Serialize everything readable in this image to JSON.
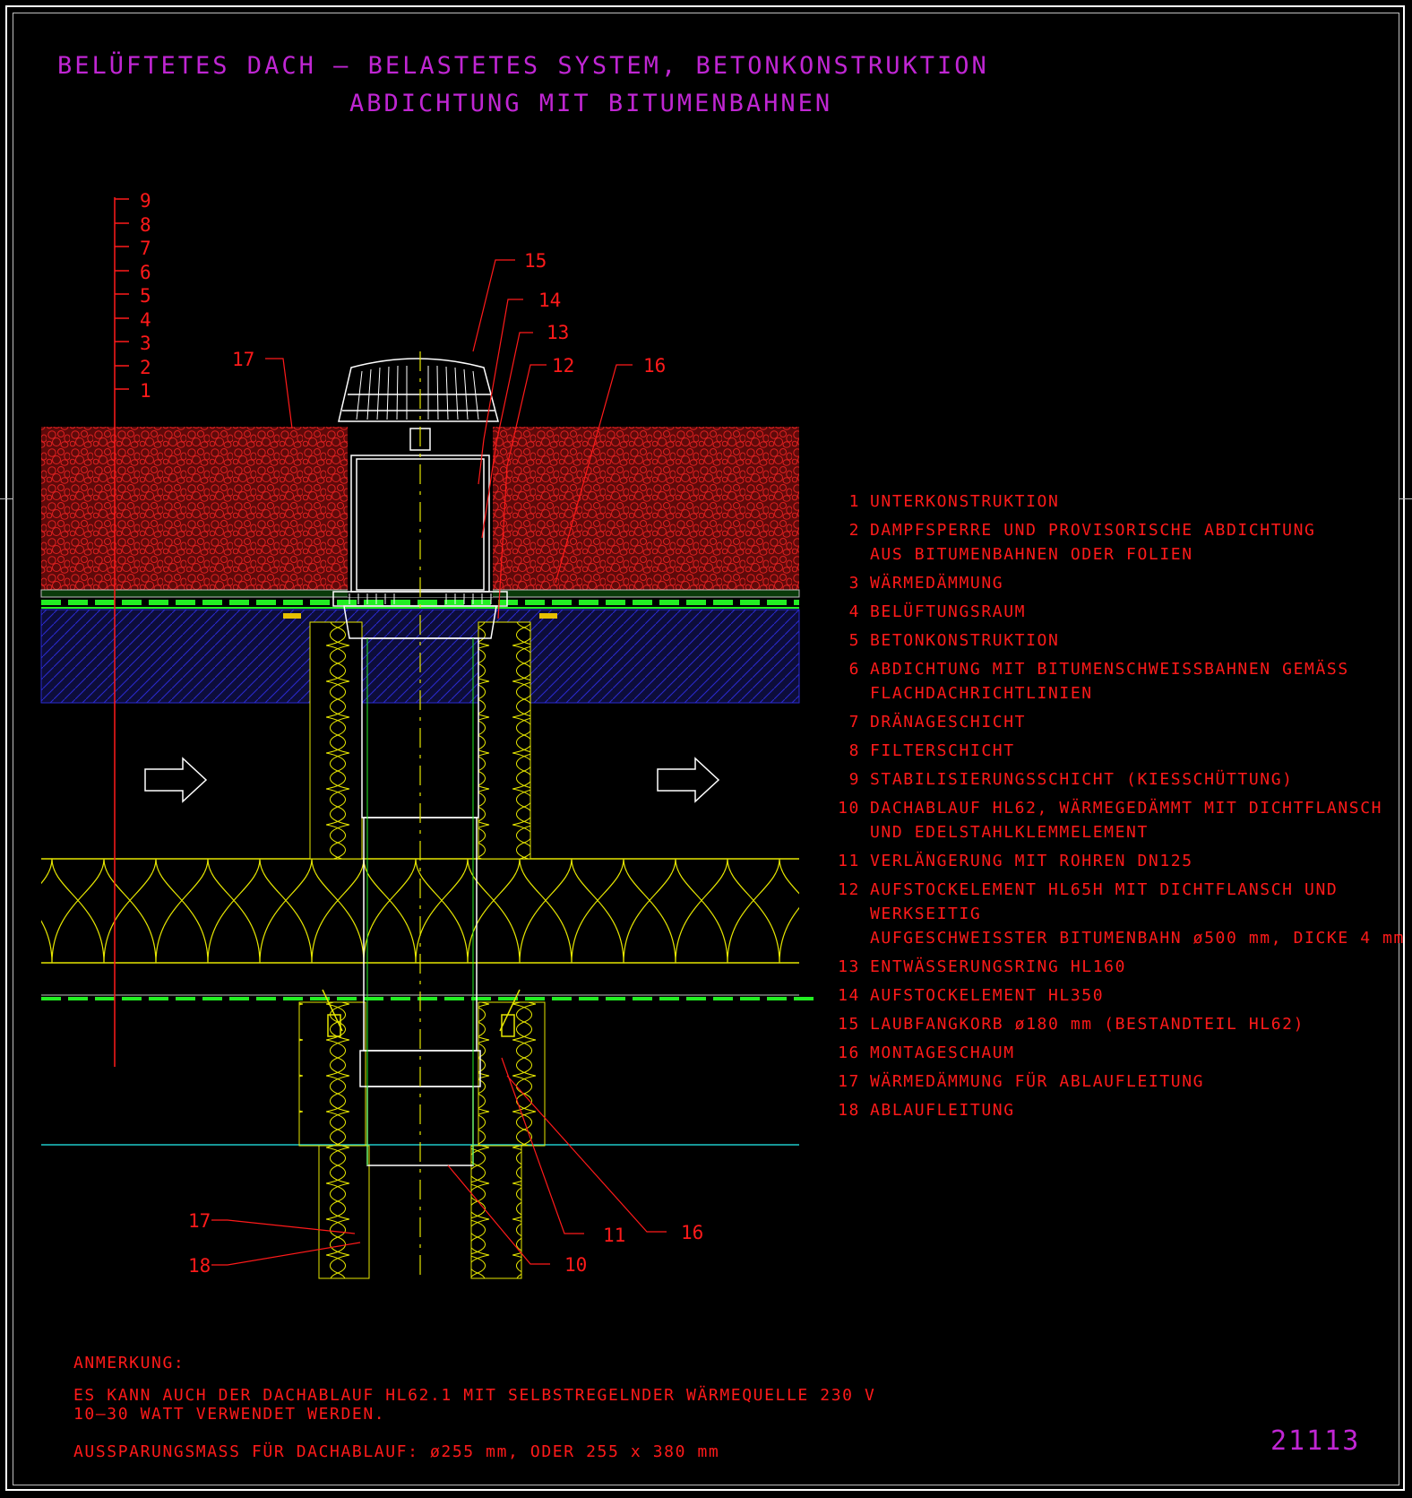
{
  "title": {
    "line1": "BELÜFTETES DACH — BELASTETES SYSTEM, BETONKONSTRUKTION",
    "line2": "ABDICHTUNG MIT BITUMENBAHNEN"
  },
  "scale_labels": [
    "9",
    "8",
    "7",
    "6",
    "5",
    "4",
    "3",
    "2",
    "1"
  ],
  "callouts": [
    "15",
    "14",
    "13",
    "12",
    "16",
    "17",
    "11",
    "16",
    "17",
    "18",
    "10"
  ],
  "legend": [
    {
      "num": "1",
      "text": "UNTERKONSTRUKTION"
    },
    {
      "num": "2",
      "text": "DAMPFSPERRE UND PROVISORISCHE ABDICHTUNG\nAUS BITUMENBAHNEN ODER FOLIEN"
    },
    {
      "num": "3",
      "text": "WÄRMEDÄMMUNG"
    },
    {
      "num": "4",
      "text": "BELÜFTUNGSRAUM"
    },
    {
      "num": "5",
      "text": "BETONKONSTRUKTION"
    },
    {
      "num": "6",
      "text": "ABDICHTUNG MIT BITUMENSCHWEISSBAHNEN GEMÄSS\nFLACHDACHRICHTLINIEN"
    },
    {
      "num": "7",
      "text": "DRÄNAGESCHICHT"
    },
    {
      "num": "8",
      "text": "FILTERSCHICHT"
    },
    {
      "num": "9",
      "text": "STABILISIERUNGSSCHICHT (KIESSCHÜTTUNG)"
    },
    {
      "num": "10",
      "text": "DACHABLAUF HL62, WÄRMEGEDÄMMT MIT DICHTFLANSCH\nUND EDELSTAHLKLEMMELEMENT"
    },
    {
      "num": "11",
      "text": "VERLÄNGERUNG MIT ROHREN DN125"
    },
    {
      "num": "12",
      "text": "AUFSTOCKELEMENT HL65H MIT DICHTFLANSCH UND WERKSEITIG\nAUFGESCHWEISSTER BITUMENBAHN ø500 mm, DICKE 4 mm"
    },
    {
      "num": "13",
      "text": "ENTWÄSSERUNGSRING HL160"
    },
    {
      "num": "14",
      "text": "AUFSTOCKELEMENT HL350"
    },
    {
      "num": "15",
      "text": "LAUBFANGKORB ø180 mm (BESTANDTEIL HL62)"
    },
    {
      "num": "16",
      "text": "MONTAGESCHAUM"
    },
    {
      "num": "17",
      "text": "WÄRMEDÄMMUNG FÜR ABLAUFLEITUNG"
    },
    {
      "num": "18",
      "text": "ABLAUFLEITUNG"
    }
  ],
  "notes": {
    "heading": "ANMERKUNG:",
    "note1": "ES KANN AUCH DER DACHABLAUF HL62.1 MIT SELBSTREGELNDER WÄRMEQUELLE 230 V\n10–30 WATT VERWENDET WERDEN.",
    "note2": "AUSSPARUNGSMASS FÜR DACHABLAUF: ø255 mm, ODER 255 x 380 mm"
  },
  "drawing_number": "21113",
  "colors": {
    "title": "#c026d3",
    "text": "#ff1a1a",
    "gravel": "#d92020",
    "concrete_hatch": "#2a2ad0",
    "insulation": "#e6e600",
    "membrane": "#22ee22",
    "pipe": "#ffffff",
    "cyan_line": "#1fc9c9"
  }
}
